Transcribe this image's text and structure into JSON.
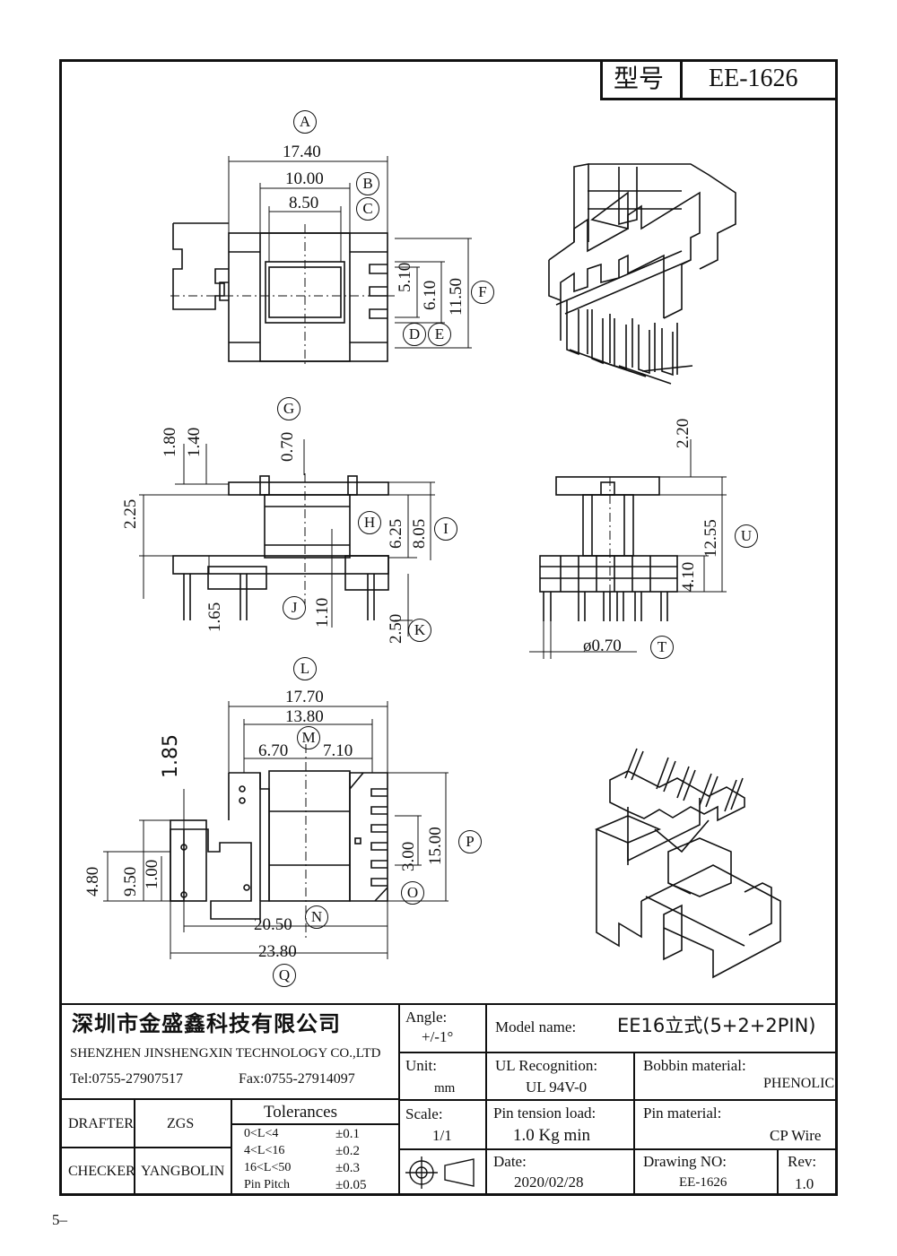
{
  "header": {
    "model_label": "型号",
    "model_value": "EE-1626"
  },
  "dims": {
    "A": "17.40",
    "B": "10.00",
    "C": "8.50",
    "D": "5.10",
    "E": "6.10",
    "F": "11.50",
    "G": "0.70",
    "top1": "1.80",
    "top2": "1.40",
    "left1": "2.25",
    "H": "6.25",
    "I": "8.05",
    "J": "1.10",
    "bot1": "1.65",
    "K": "2.50",
    "side_top": "2.20",
    "U": "12.55",
    "side_low": "4.10",
    "T": "ø0.70",
    "L": "17.70",
    "M_full": "13.80",
    "M_left": "6.70",
    "M_right": "7.10",
    "pb_top": "1.85",
    "pb_a": "4.80",
    "pb_b": "9.50",
    "pb_c": "1.00",
    "O": "3.00",
    "P": "15.00",
    "N": "20.50",
    "Q": "23.80"
  },
  "letters": [
    "A",
    "B",
    "C",
    "D",
    "E",
    "F",
    "G",
    "H",
    "I",
    "J",
    "K",
    "T",
    "U",
    "L",
    "M",
    "N",
    "O",
    "P",
    "Q"
  ],
  "titleblock": {
    "company_cn": "深圳市金盛鑫科技有限公司",
    "company_en": "SHENZHEN JINSHENGXIN TECHNOLOGY CO.,LTD",
    "tel": "Tel:0755-27907517",
    "fax": "Fax:0755-27914097",
    "angle_label": "Angle:",
    "angle_value": "+/-1°",
    "model_name_label": "Model name:",
    "model_name_value": "EE16立式(5+2+2PIN)",
    "unit_label": "Unit:",
    "unit_value": "mm",
    "ul_label": "UL Recognition:",
    "ul_value": "UL 94V-0",
    "bobbin_label": "Bobbin material:",
    "bobbin_value": "PHENOLIC",
    "drafter_label": "DRAFTER",
    "drafter_value": "ZGS",
    "tolerances_label": "Tolerances",
    "tolerances": [
      {
        "range": "0<L<4",
        "value": "±0.1"
      },
      {
        "range": "4<L<16",
        "value": "±0.2"
      },
      {
        "range": "16<L<50",
        "value": "±0.3"
      },
      {
        "range": "Pin Pitch",
        "value": "±0.05"
      }
    ],
    "scale_label": "Scale:",
    "scale_value": "1/1",
    "pin_tension_label": "Pin tension load:",
    "pin_tension_value": "1.0 Kg min",
    "pin_material_label": "Pin material:",
    "pin_material_value": "CP Wire",
    "checker_label": "CHECKER",
    "checker_value": "YANGBOLIN",
    "date_label": "Date:",
    "date_value": "2020/02/28",
    "drawing_no_label": "Drawing NO:",
    "drawing_no_value": "EE-1626",
    "rev_label": "Rev:",
    "rev_value": "1.0"
  },
  "margin_mark": "5–"
}
